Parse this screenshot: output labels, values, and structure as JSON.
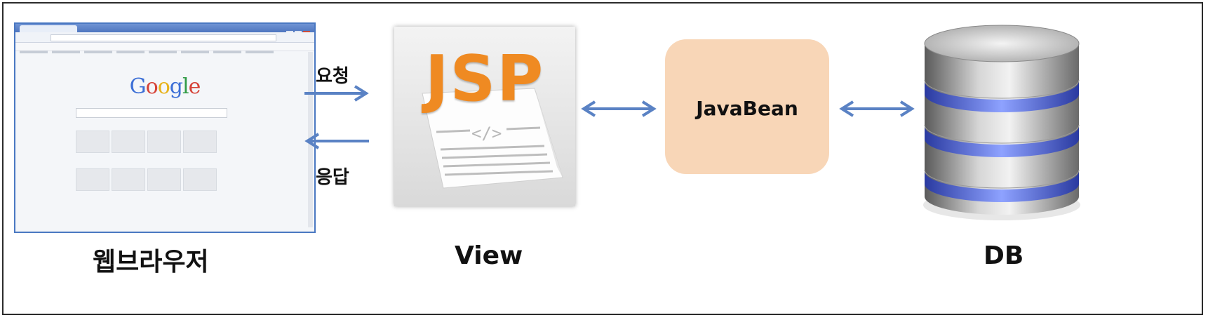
{
  "browser": {
    "logo": {
      "G1": "G",
      "o1": "o",
      "o2": "o",
      "g2": "g",
      "l": "l",
      "e": "e"
    }
  },
  "jsp_card": {
    "logo_text": "JSP",
    "code_symbol": "</>"
  },
  "javabean": {
    "label": "JavaBean"
  },
  "arrows": {
    "request_label": "요청",
    "response_label": "응답"
  },
  "captions": {
    "browser": "웹브라우저",
    "view": "View",
    "db": "DB"
  },
  "colors": {
    "arrow": "#5a82c4",
    "bean_fill": "#f8d6b7",
    "jsp_orange": "#ef8a22",
    "db_band": "#5b74e0",
    "frame": "#2b2b2b"
  },
  "icons": [
    "browser-window-icon",
    "jsp-file-icon",
    "database-cylinder-icon",
    "double-arrow-icon"
  ]
}
